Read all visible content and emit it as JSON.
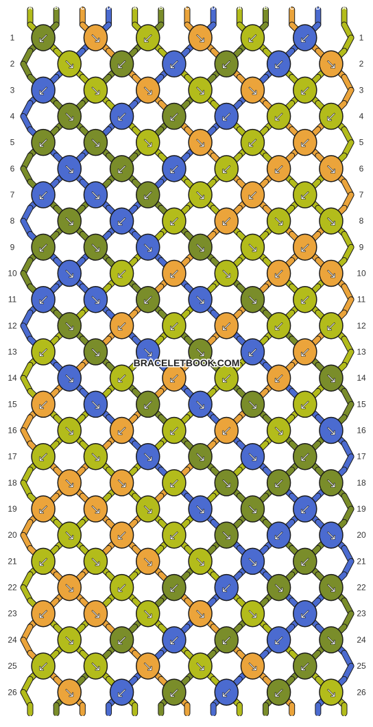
{
  "watermark": "BRACELETBOOK.COM",
  "colors": {
    "A": "#b3bc1b",
    "B": "#7a8d2a",
    "C": "#eba43b",
    "D": "#4b6bd0"
  },
  "top_strands": [
    "A",
    "B",
    "C",
    "D",
    "A",
    "B",
    "C",
    "D",
    "A",
    "B",
    "C",
    "D",
    "A"
  ],
  "bottom_strands": [
    "A",
    "B",
    "C",
    "D",
    "A",
    "B",
    "C",
    "D",
    "A",
    "B",
    "C",
    "D",
    "A"
  ],
  "rows": [
    {
      "num": "1",
      "knots": [
        [
          "B",
          "↙"
        ],
        [
          "C",
          "↘"
        ],
        [
          "A",
          "↙"
        ],
        [
          "C",
          "↘"
        ],
        [
          "A",
          "↙"
        ],
        [
          "D",
          "↙"
        ]
      ]
    },
    {
      "num": "2",
      "knots": [
        [
          "A",
          "↘"
        ],
        [
          "B",
          "↙"
        ],
        [
          "D",
          "↙"
        ],
        [
          "B",
          "↙"
        ],
        [
          "D",
          "↙"
        ],
        [
          "C",
          "↘"
        ]
      ]
    },
    {
      "num": "3",
      "knots": [
        [
          "D",
          "↙"
        ],
        [
          "A",
          "↘"
        ],
        [
          "C",
          "↘"
        ],
        [
          "A",
          "↘"
        ],
        [
          "C",
          "↘"
        ],
        [
          "A",
          "↙"
        ]
      ]
    },
    {
      "num": "4",
      "knots": [
        [
          "B",
          "↘"
        ],
        [
          "D",
          "↙"
        ],
        [
          "B",
          "↙"
        ],
        [
          "D",
          "↙"
        ],
        [
          "A",
          "↙"
        ],
        [
          "A",
          "↙"
        ]
      ]
    },
    {
      "num": "5",
      "knots": [
        [
          "B",
          "↙"
        ],
        [
          "B",
          "↘"
        ],
        [
          "A",
          "↘"
        ],
        [
          "C",
          "↘"
        ],
        [
          "A",
          "↙"
        ],
        [
          "C",
          "↙"
        ]
      ]
    },
    {
      "num": "6",
      "knots": [
        [
          "D",
          "↘"
        ],
        [
          "B",
          "↙"
        ],
        [
          "D",
          "↙"
        ],
        [
          "A",
          "↙"
        ],
        [
          "C",
          "↙"
        ],
        [
          "C",
          "↘"
        ]
      ]
    },
    {
      "num": "7",
      "knots": [
        [
          "D",
          "↙"
        ],
        [
          "D",
          "↘"
        ],
        [
          "B",
          "↙"
        ],
        [
          "A",
          "↘"
        ],
        [
          "C",
          "↙"
        ],
        [
          "A",
          "↙"
        ]
      ]
    },
    {
      "num": "8",
      "knots": [
        [
          "B",
          "↘"
        ],
        [
          "D",
          "↙"
        ],
        [
          "A",
          "↙"
        ],
        [
          "C",
          "↙"
        ],
        [
          "A",
          "↘"
        ],
        [
          "A",
          "↘"
        ]
      ]
    },
    {
      "num": "9",
      "knots": [
        [
          "B",
          "↙"
        ],
        [
          "B",
          "↘"
        ],
        [
          "D",
          "↘"
        ],
        [
          "B",
          "↘"
        ],
        [
          "A",
          "↘"
        ],
        [
          "C",
          "↙"
        ]
      ]
    },
    {
      "num": "10",
      "knots": [
        [
          "D",
          "↘"
        ],
        [
          "A",
          "↙"
        ],
        [
          "C",
          "↙"
        ],
        [
          "A",
          "↘"
        ],
        [
          "C",
          "↙"
        ],
        [
          "C",
          "↘"
        ]
      ]
    },
    {
      "num": "11",
      "knots": [
        [
          "D",
          "↙"
        ],
        [
          "D",
          "↘"
        ],
        [
          "B",
          "↙"
        ],
        [
          "D",
          "↘"
        ],
        [
          "B",
          "↘"
        ],
        [
          "A",
          "↙"
        ]
      ]
    },
    {
      "num": "12",
      "knots": [
        [
          "B",
          "↘"
        ],
        [
          "C",
          "↙"
        ],
        [
          "A",
          "↙"
        ],
        [
          "C",
          "↙"
        ],
        [
          "A",
          "↙"
        ],
        [
          "A",
          "↙"
        ]
      ]
    },
    {
      "num": "13",
      "knots": [
        [
          "A",
          "↙"
        ],
        [
          "B",
          "↘"
        ],
        [
          "D",
          "↘"
        ],
        [
          "B",
          "↘"
        ],
        [
          "D",
          "↙"
        ],
        [
          "C",
          "↙"
        ]
      ]
    },
    {
      "num": "14",
      "knots": [
        [
          "D",
          "↘"
        ],
        [
          "A",
          "↙"
        ],
        [
          "C",
          "↙"
        ],
        [
          "A",
          "↙"
        ],
        [
          "C",
          "↙"
        ],
        [
          "B",
          "↘"
        ]
      ]
    },
    {
      "num": "15",
      "knots": [
        [
          "C",
          "↙"
        ],
        [
          "D",
          "↘"
        ],
        [
          "B",
          "↙"
        ],
        [
          "D",
          "↘"
        ],
        [
          "B",
          "↘"
        ],
        [
          "A",
          "↙"
        ]
      ]
    },
    {
      "num": "16",
      "knots": [
        [
          "A",
          "↘"
        ],
        [
          "C",
          "↙"
        ],
        [
          "A",
          "↙"
        ],
        [
          "C",
          "↙"
        ],
        [
          "A",
          "↘"
        ],
        [
          "D",
          "↘"
        ]
      ]
    },
    {
      "num": "17",
      "knots": [
        [
          "A",
          "↙"
        ],
        [
          "A",
          "↘"
        ],
        [
          "D",
          "↘"
        ],
        [
          "B",
          "↘"
        ],
        [
          "D",
          "↘"
        ],
        [
          "B",
          "↙"
        ]
      ]
    },
    {
      "num": "18",
      "knots": [
        [
          "C",
          "↘"
        ],
        [
          "C",
          "↘"
        ],
        [
          "A",
          "↙"
        ],
        [
          "B",
          "↘"
        ],
        [
          "B",
          "↙"
        ],
        [
          "B",
          "↘"
        ]
      ]
    },
    {
      "num": "19",
      "knots": [
        [
          "C",
          "↙"
        ],
        [
          "C",
          "↘"
        ],
        [
          "A",
          "↘"
        ],
        [
          "D",
          "↘"
        ],
        [
          "B",
          "↘"
        ],
        [
          "D",
          "↙"
        ]
      ]
    },
    {
      "num": "20",
      "knots": [
        [
          "A",
          "↘"
        ],
        [
          "C",
          "↙"
        ],
        [
          "A",
          "↙"
        ],
        [
          "B",
          "↘"
        ],
        [
          "D",
          "↙"
        ],
        [
          "D",
          "↘"
        ]
      ]
    },
    {
      "num": "21",
      "knots": [
        [
          "A",
          "↙"
        ],
        [
          "A",
          "↘"
        ],
        [
          "C",
          "↘"
        ],
        [
          "A",
          "↘"
        ],
        [
          "D",
          "↘"
        ],
        [
          "B",
          "↙"
        ]
      ]
    },
    {
      "num": "22",
      "knots": [
        [
          "C",
          "↘"
        ],
        [
          "A",
          "↙"
        ],
        [
          "B",
          "↙"
        ],
        [
          "D",
          "↙"
        ],
        [
          "B",
          "↘"
        ],
        [
          "B",
          "↘"
        ]
      ]
    },
    {
      "num": "23",
      "knots": [
        [
          "C",
          "↙"
        ],
        [
          "C",
          "↘"
        ],
        [
          "A",
          "↘"
        ],
        [
          "C",
          "↘"
        ],
        [
          "A",
          "↘"
        ],
        [
          "D",
          "↙"
        ]
      ]
    },
    {
      "num": "24",
      "knots": [
        [
          "A",
          "↘"
        ],
        [
          "B",
          "↙"
        ],
        [
          "D",
          "↙"
        ],
        [
          "B",
          "↙"
        ],
        [
          "D",
          "↙"
        ],
        [
          "B",
          "↘"
        ]
      ]
    },
    {
      "num": "25",
      "knots": [
        [
          "A",
          "↙"
        ],
        [
          "A",
          "↘"
        ],
        [
          "C",
          "↘"
        ],
        [
          "A",
          "↘"
        ],
        [
          "C",
          "↘"
        ],
        [
          "B",
          "↙"
        ]
      ]
    },
    {
      "num": "26",
      "knots": [
        [
          "C",
          "↘"
        ],
        [
          "D",
          "↙"
        ],
        [
          "B",
          "↙"
        ],
        [
          "D",
          "↙"
        ],
        [
          "B",
          "↙"
        ],
        [
          "A",
          "↘"
        ]
      ]
    }
  ]
}
